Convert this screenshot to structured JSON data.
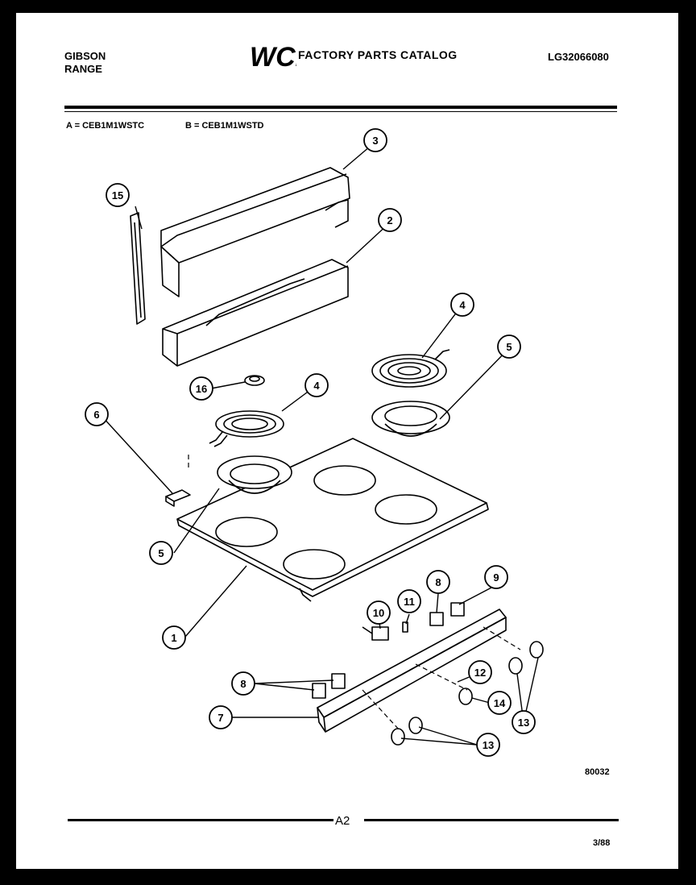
{
  "header": {
    "brand_line1": "GIBSON",
    "brand_line2": "RANGE",
    "logo_text": "WCI",
    "catalog_title": "FACTORY PARTS CATALOG",
    "model_id": "LG32066080"
  },
  "models": {
    "a": "A = CEB1M1WSTC",
    "b": "B = CEB1M1WSTD"
  },
  "callouts": [
    "1",
    "2",
    "3",
    "4",
    "4",
    "5",
    "5",
    "6",
    "7",
    "8",
    "8",
    "9",
    "10",
    "11",
    "12",
    "13",
    "13",
    "14",
    "15",
    "16"
  ],
  "footer": {
    "diagram_code": "80032",
    "page": "A2",
    "date_code": "3/88"
  }
}
